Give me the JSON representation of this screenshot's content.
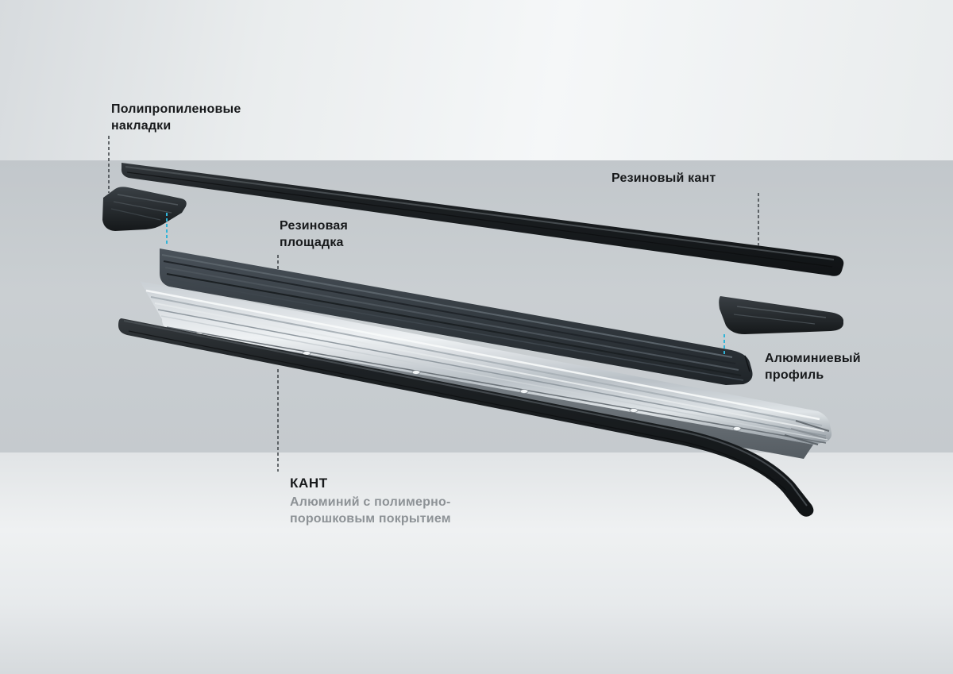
{
  "annotations": {
    "pp_pads_label": "Полипропиленовые\nнакладки",
    "rubber_edging_label": "Резиновый кант",
    "rubber_platform_label": "Резиновая\nплощадка",
    "aluminum_profile_label": "Алюминиевый\nпрофиль",
    "kant_title": "КАНТ",
    "kant_subtitle": "Алюминий с полимерно-\nпорошковым покрытием"
  },
  "colors": {
    "connector_accent": "#2fb4d8",
    "leader_line": "#43484c",
    "band_gray": "#c6cbce",
    "label_text": "#17191b",
    "subtitle_text": "#8d9296"
  }
}
